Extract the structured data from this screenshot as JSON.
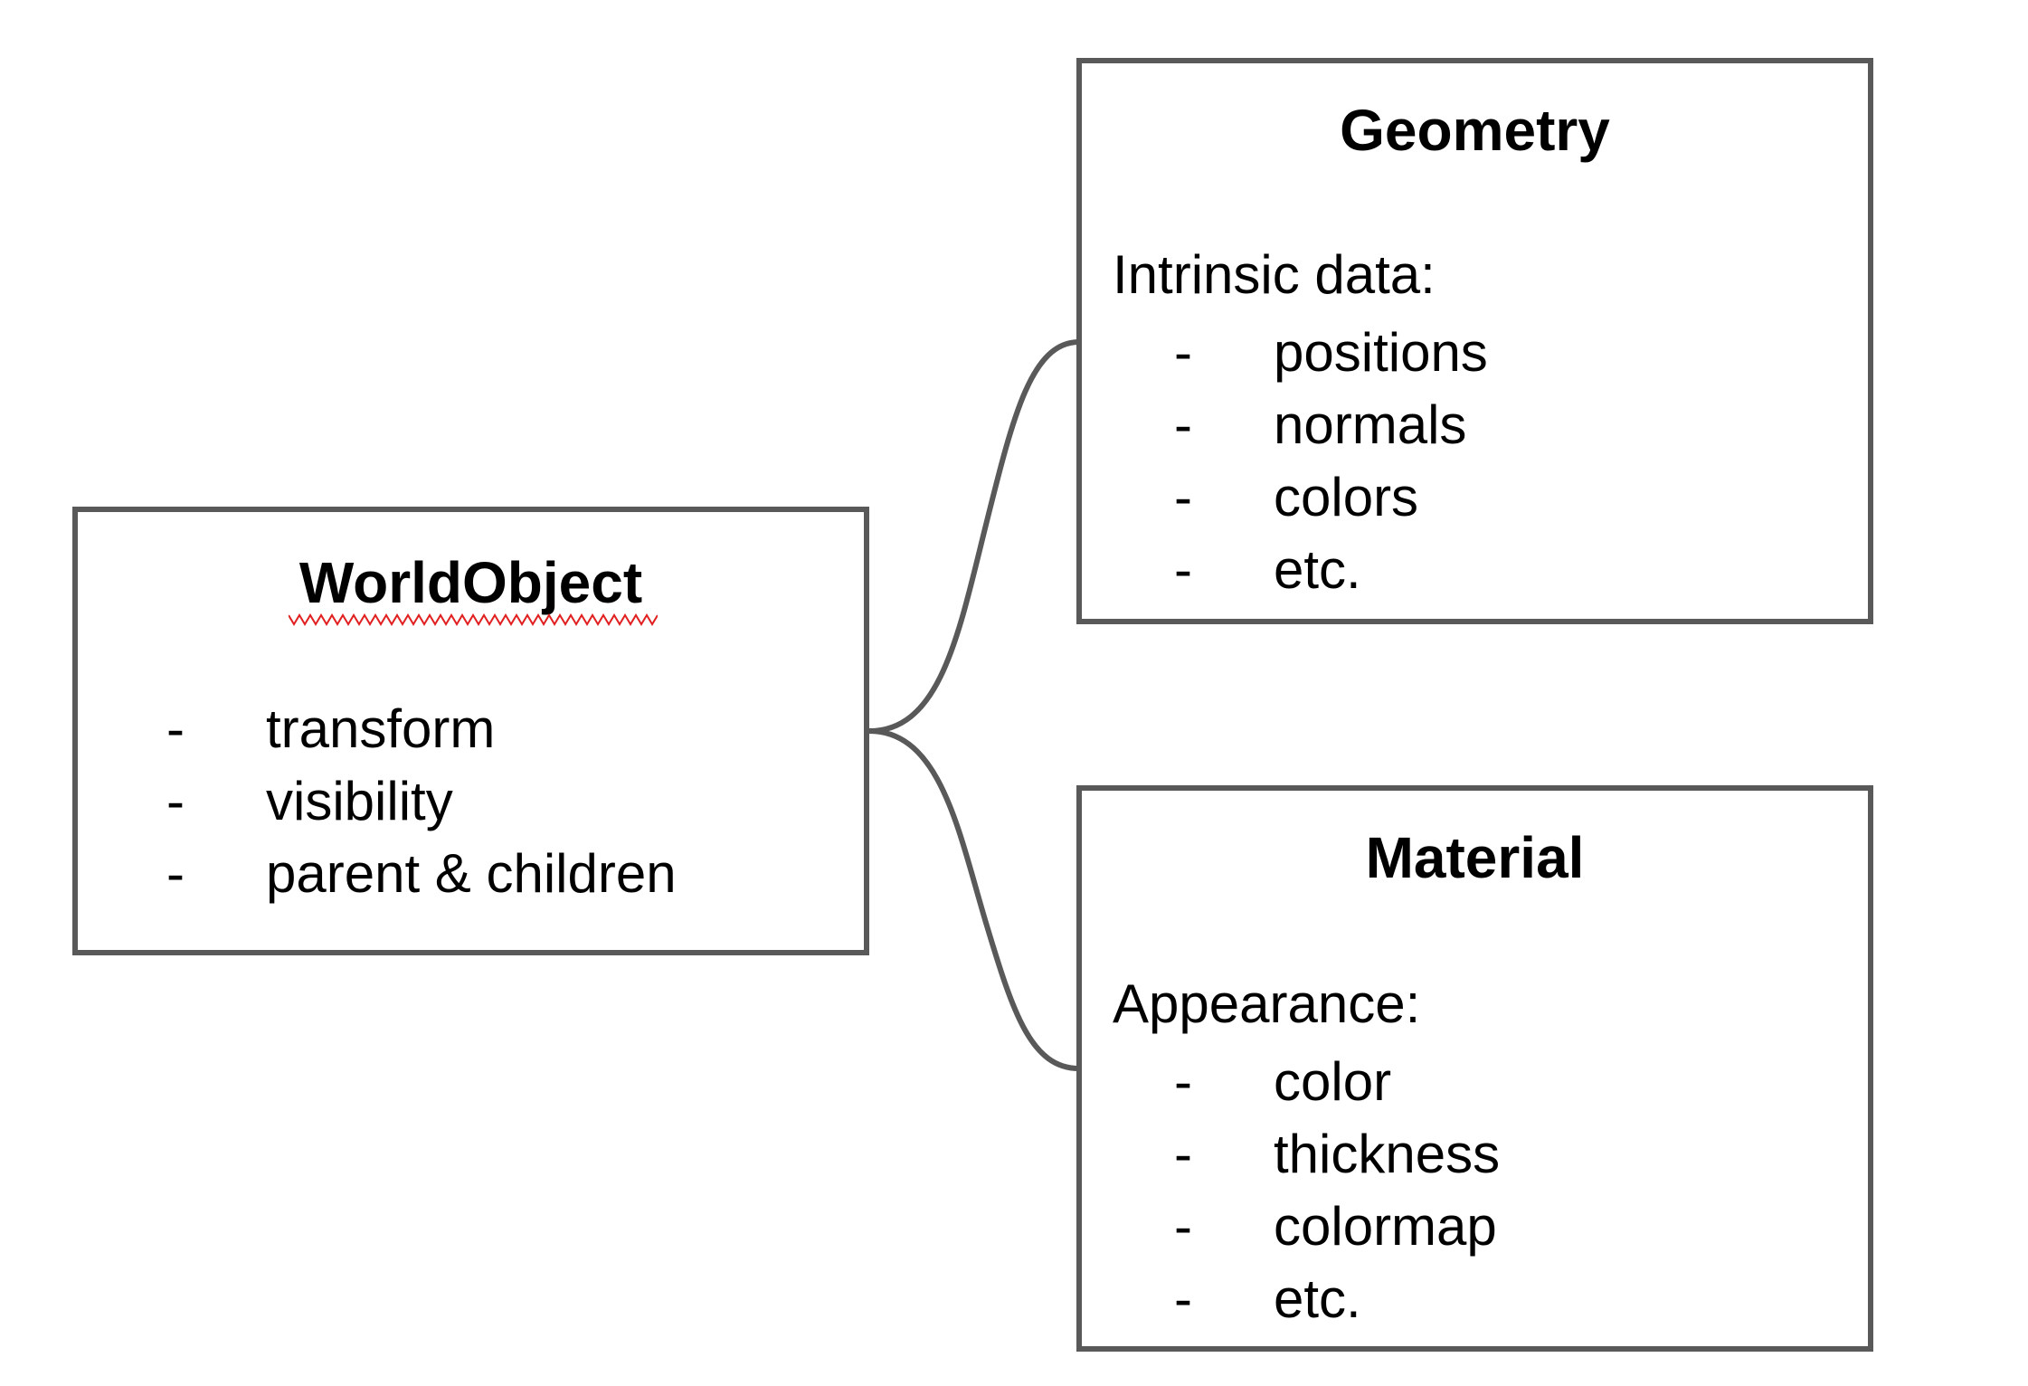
{
  "colors": {
    "border": "#595959",
    "connector": "#595959",
    "spellcheck_underline": "#e02020",
    "text": "#000000",
    "background": "#ffffff"
  },
  "worldobject": {
    "title": "WorldObject",
    "items": [
      {
        "marker": "-",
        "text": "transform"
      },
      {
        "marker": "-",
        "text": "visibility"
      },
      {
        "marker": "-",
        "text": "parent & children"
      }
    ]
  },
  "geometry": {
    "title": "Geometry",
    "subhead": "Intrinsic data:",
    "items": [
      {
        "marker": "-",
        "text": "positions"
      },
      {
        "marker": "-",
        "text": "normals"
      },
      {
        "marker": "-",
        "text": "colors"
      },
      {
        "marker": "-",
        "text": "etc."
      }
    ]
  },
  "material": {
    "title": "Material",
    "subhead": "Appearance:",
    "items": [
      {
        "marker": "-",
        "text": "color"
      },
      {
        "marker": "-",
        "text": "thickness"
      },
      {
        "marker": "-",
        "text": "colormap"
      },
      {
        "marker": "-",
        "text": "etc."
      }
    ]
  }
}
